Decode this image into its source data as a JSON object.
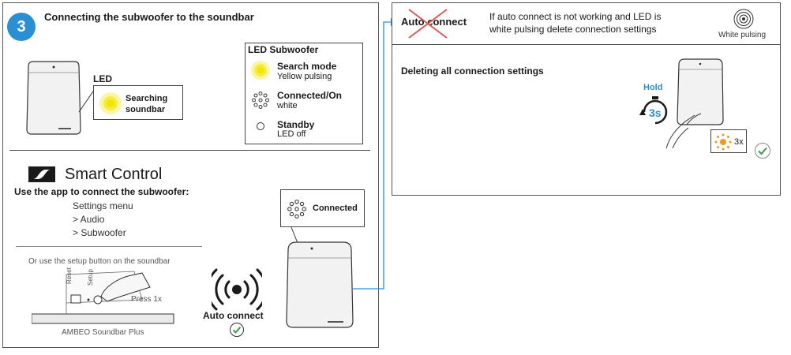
{
  "step": {
    "number": "3",
    "title": "Connecting the subwoofer to the soundbar"
  },
  "led_section": {
    "label": "LED",
    "callout": "Searching\nsoundbar"
  },
  "legend": {
    "title": "LED Subwoofer",
    "items": [
      {
        "main": "Search mode",
        "sub": "Yellow pulsing",
        "icon": "led-yellow-icon"
      },
      {
        "main": "Connected/On",
        "sub": "white",
        "icon": "led-white-ring-icon"
      },
      {
        "main": "Standby",
        "sub": "LED off",
        "icon": "led-off-icon"
      }
    ]
  },
  "smart_control": {
    "title": "Smart Control",
    "instruction": "Use the app to connect the subwoofer:",
    "menu": [
      "Settings menu",
      "> Audio",
      "> Subwoofer"
    ],
    "alt_text": "Or use the setup button on the soundbar",
    "reset_label": "Reset",
    "setup_label": "Setup",
    "press_label": "Press 1x",
    "soundbar_name": "AMBEO Soundbar Plus"
  },
  "connected_callout": "Connected",
  "auto_connect_label": "Auto connect",
  "right_panel": {
    "auto_connect_crossed": "Auto connect",
    "note": "If auto connect is not working and LED is\nwhite pulsing delete connection settings",
    "white_pulsing_label": "White pulsing",
    "heading": "Deleting all connection settings",
    "hold_label": "Hold",
    "hold_time": "3s",
    "press_count": "3x"
  },
  "colors": {
    "accent_blue": "#2a8fd3",
    "led_yellow": "#f2e600",
    "led_orange": "#f29a1f",
    "check_green": "#3c9a4a",
    "cross_red": "#d9534f"
  }
}
